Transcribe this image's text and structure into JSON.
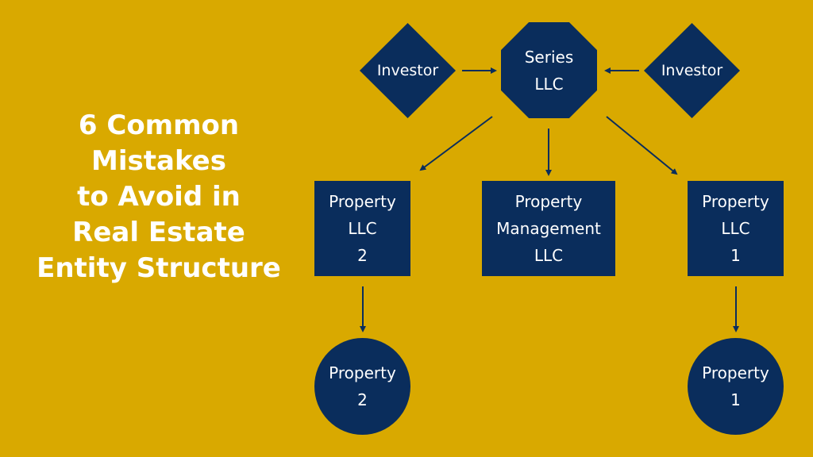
{
  "title": {
    "lines": [
      "6 Common",
      "Mistakes",
      "to Avoid in",
      "Real Estate",
      "Entity Structure"
    ]
  },
  "colors": {
    "background": "#d9a900",
    "node_fill": "#0a2d5c",
    "text_on_node": "#ffffff",
    "title_text": "#ffffff",
    "arrow": "#0a2d5c"
  },
  "diagram": {
    "nodes": [
      {
        "id": "investor-left",
        "shape": "diamond",
        "lines": [
          "Investor"
        ]
      },
      {
        "id": "series-llc",
        "shape": "octagon",
        "lines": [
          "Series",
          "LLC"
        ]
      },
      {
        "id": "investor-right",
        "shape": "diamond",
        "lines": [
          "Investor"
        ]
      },
      {
        "id": "property-llc-2",
        "shape": "rectangle",
        "lines": [
          "Property",
          "LLC",
          "2"
        ]
      },
      {
        "id": "property-management-llc",
        "shape": "rectangle",
        "lines": [
          "Property",
          "Management",
          "LLC"
        ]
      },
      {
        "id": "property-llc-1",
        "shape": "rectangle",
        "lines": [
          "Property",
          "LLC",
          "1"
        ]
      },
      {
        "id": "property-2",
        "shape": "circle",
        "lines": [
          "Property",
          "2"
        ]
      },
      {
        "id": "property-1",
        "shape": "circle",
        "lines": [
          "Property",
          "1"
        ]
      }
    ],
    "edges": [
      {
        "from": "investor-left",
        "to": "series-llc"
      },
      {
        "from": "investor-right",
        "to": "series-llc"
      },
      {
        "from": "series-llc",
        "to": "property-llc-2"
      },
      {
        "from": "series-llc",
        "to": "property-management-llc"
      },
      {
        "from": "series-llc",
        "to": "property-llc-1"
      },
      {
        "from": "property-llc-2",
        "to": "property-2"
      },
      {
        "from": "property-llc-1",
        "to": "property-1"
      }
    ]
  }
}
